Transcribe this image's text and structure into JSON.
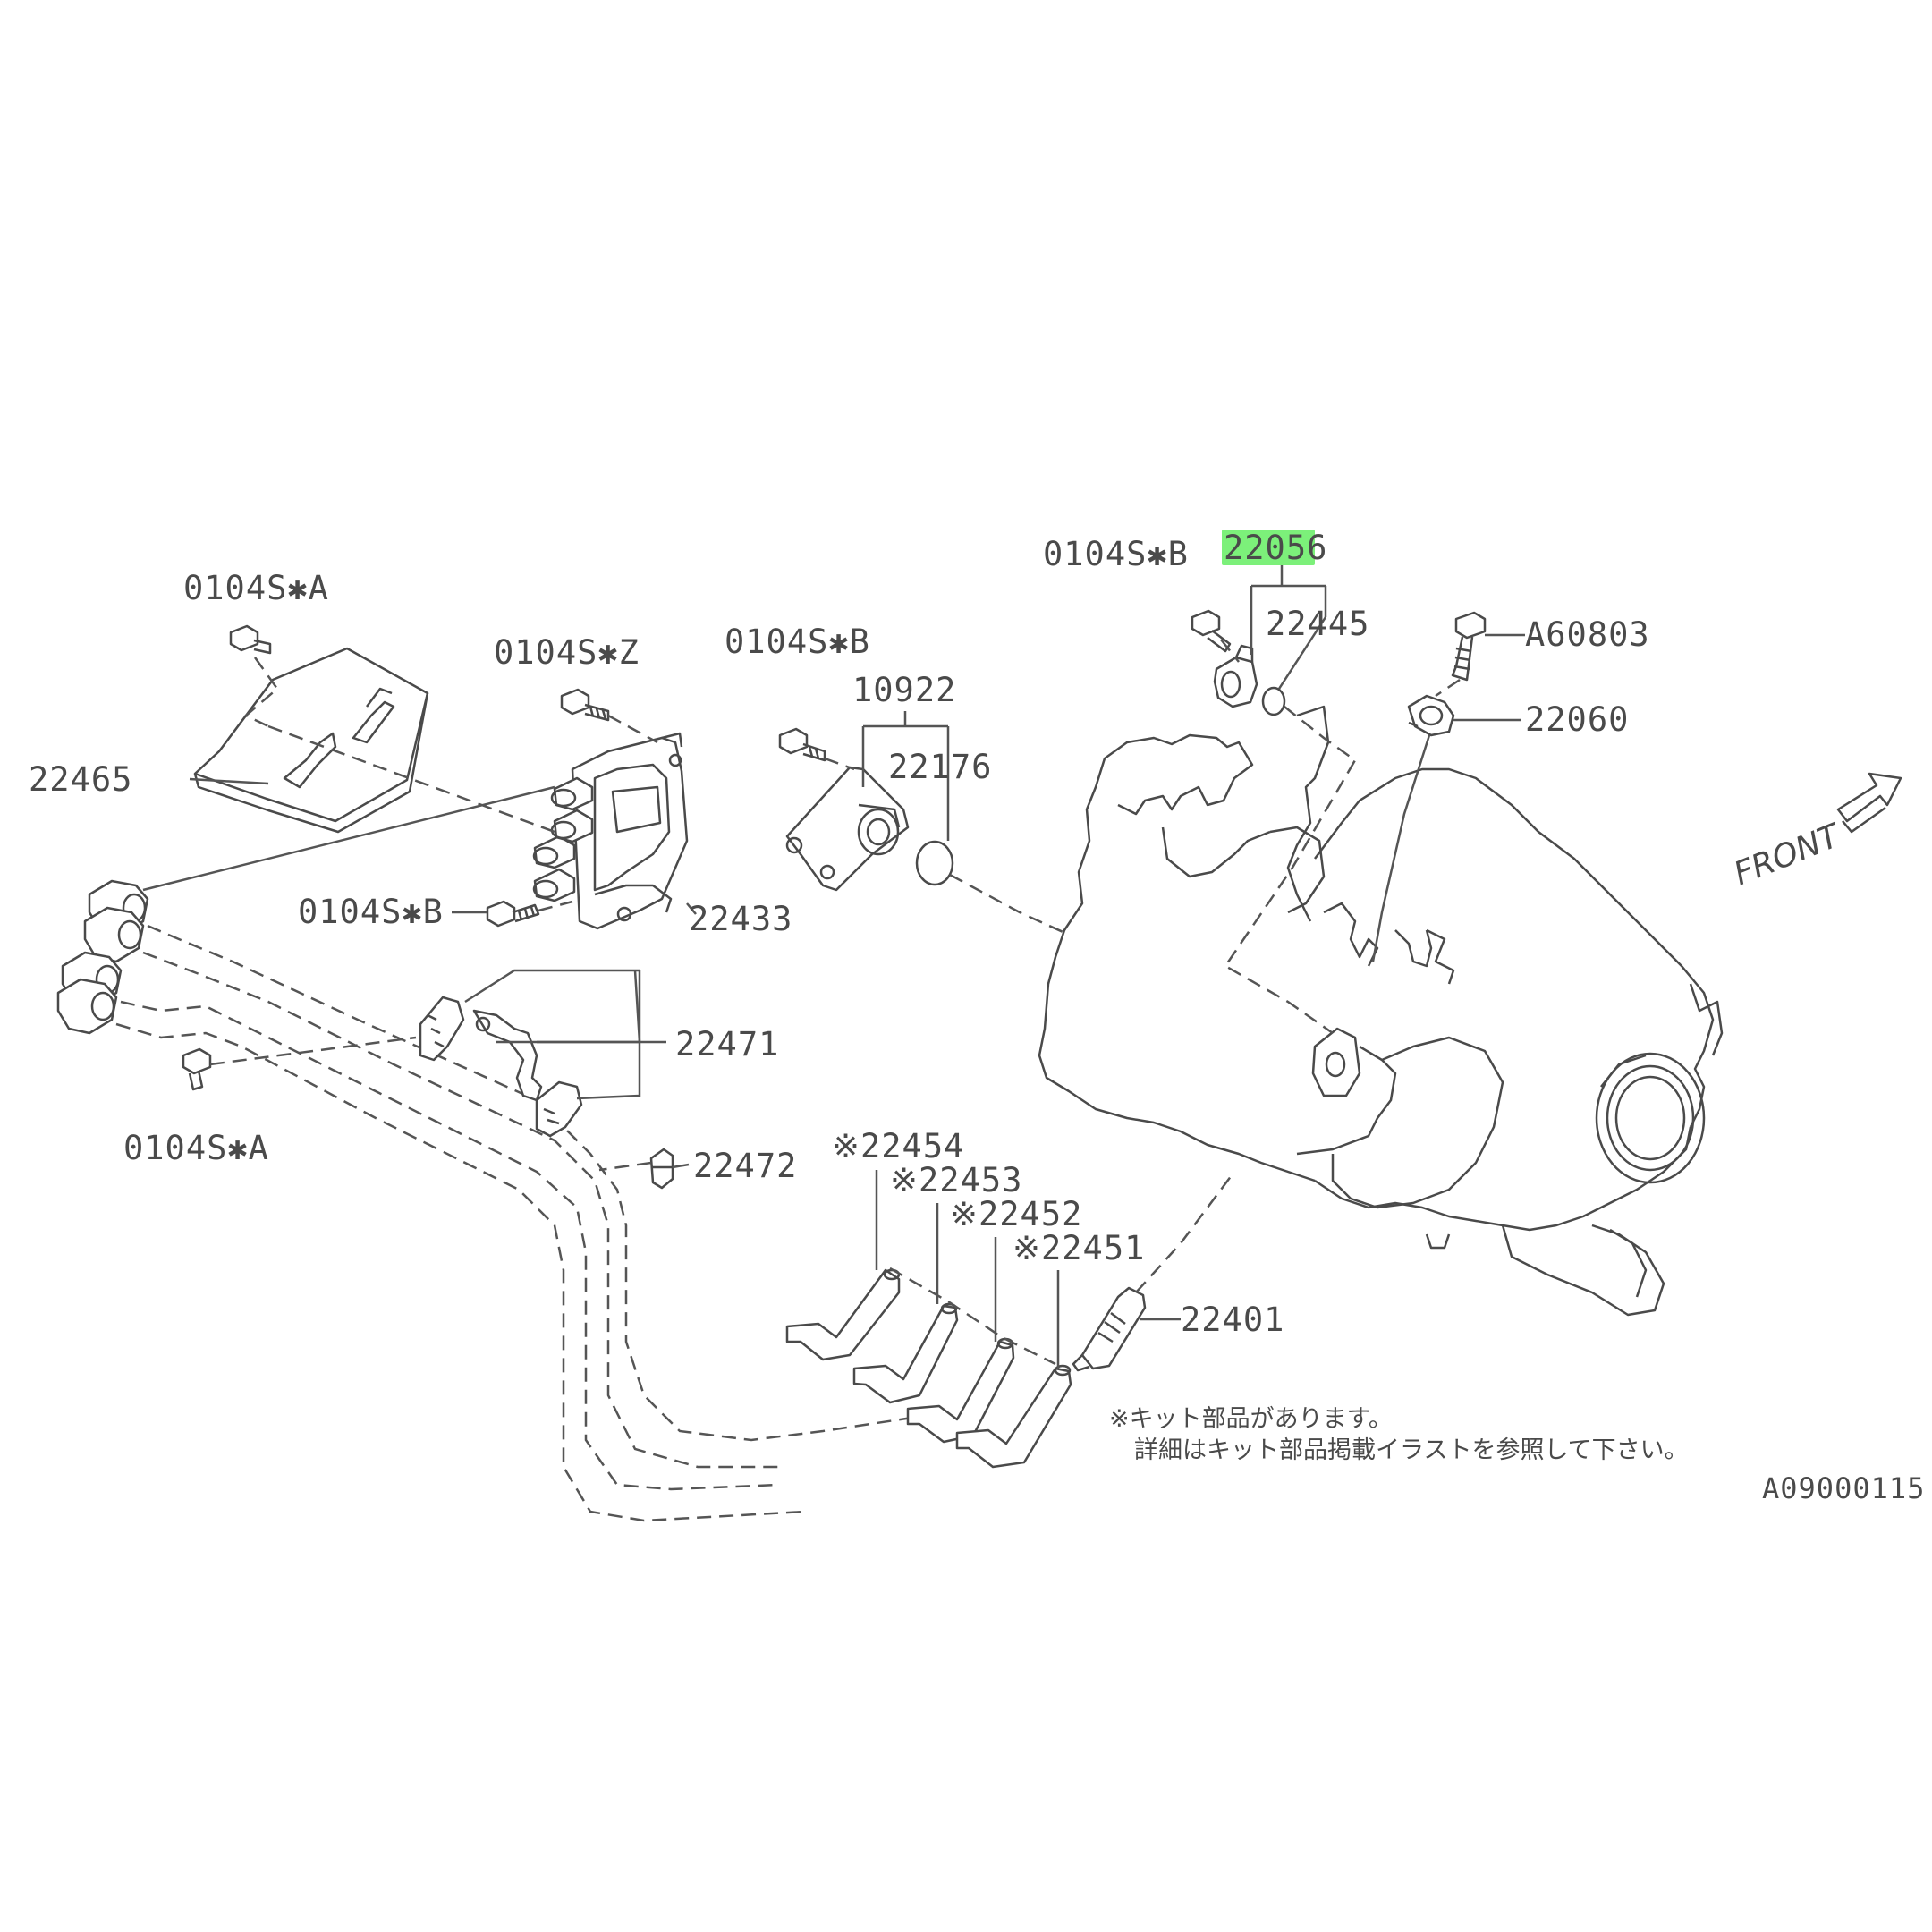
{
  "highlight_color": "#7cf07a",
  "labels": {
    "bolt_a_top": "0104S✱A",
    "bolt_z": "0104S✱Z",
    "bolt_b_mid": "0104S✱B",
    "bolt_b_right": "0104S✱B",
    "bolt_b_left": "0104S✱B",
    "bolt_a_bottom": "0104S✱A",
    "p22056": "22056",
    "p22445": "22445",
    "pA60803": "A60803",
    "p22060": "22060",
    "p10922": "10922",
    "p22176": "22176",
    "p22465": "22465",
    "p22433": "22433",
    "p22471": "22471",
    "p22472": "22472",
    "p22454": "※22454",
    "p22453": "※22453",
    "p22452": "※22452",
    "p22451": "※22451",
    "p22401": "22401",
    "front": "FRONT",
    "note_line1": "※キット部品があります。",
    "note_line2": "詳細はキット部品掲載イラストを参照して下さい。",
    "diagram_id": "A09000115"
  }
}
